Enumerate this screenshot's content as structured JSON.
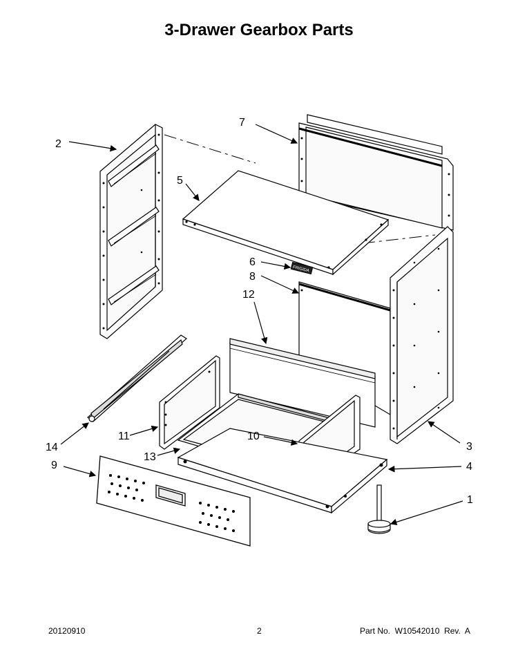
{
  "title": "3-Drawer Gearbox Parts",
  "callouts": {
    "c1": "1",
    "c2": "2",
    "c3": "3",
    "c4": "4",
    "c5": "5",
    "c6": "6",
    "c7": "7",
    "c8": "8",
    "c9": "9",
    "c10": "10",
    "c11": "11",
    "c12": "12",
    "c13": "13",
    "c14": "14"
  },
  "footer": {
    "date": "20120910",
    "page": "2",
    "part": "Part No.  W10542010  Rev.  A"
  }
}
